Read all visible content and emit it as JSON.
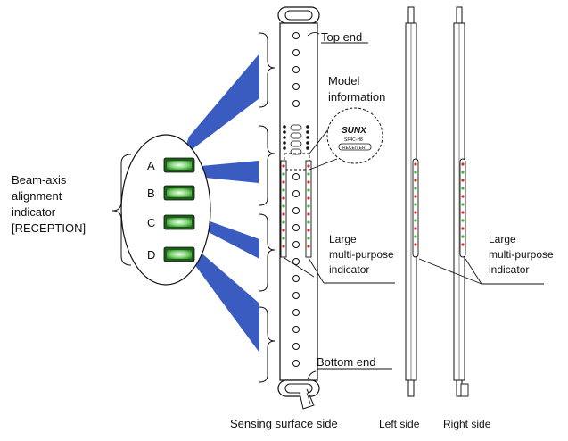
{
  "labels": {
    "top_end": "Top end",
    "model_info_line1": "Model",
    "model_info_line2": "information",
    "bottom_end": "Bottom end",
    "beam_axis_line1": "Beam-axis",
    "beam_axis_line2": "alignment",
    "beam_axis_line3": "indicator",
    "beam_axis_line4": "[RECEPTION]",
    "large_mp_center_line1": "Large",
    "large_mp_center_line2": "multi-purpose",
    "large_mp_center_line3": "indicator",
    "large_mp_right_line1": "Large",
    "large_mp_right_line2": "multi-purpose",
    "large_mp_right_line3": "indicator",
    "sensing_surface_side": "Sensing surface side",
    "left_side": "Left side",
    "right_side": "Right side"
  },
  "indicators": [
    {
      "letter": "A"
    },
    {
      "letter": "B"
    },
    {
      "letter": "C"
    },
    {
      "letter": "D"
    }
  ],
  "badge": {
    "brand": "SUNX",
    "model": "SF4C-H8",
    "tag": "RECEIVER"
  },
  "colors": {
    "wedge": "#3a5cc0",
    "led_green": "#3fae3a",
    "led_red": "#d02a2a",
    "outline": "#111111"
  }
}
